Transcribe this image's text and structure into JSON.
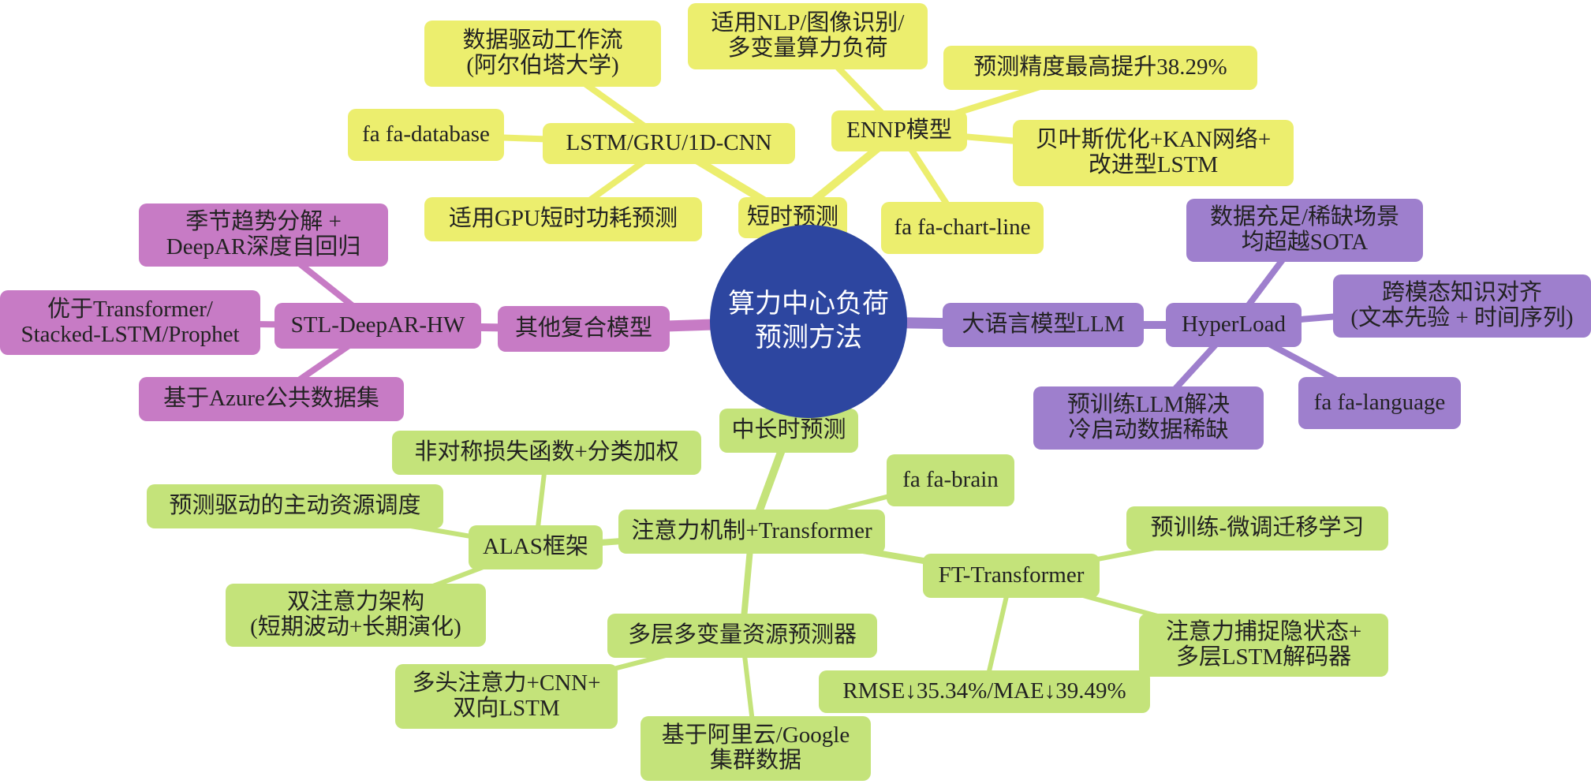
{
  "colors": {
    "short_branch": "#ecee6e",
    "long_branch": "#c4e37a",
    "llm_branch": "#9e7fcd",
    "other_branch": "#c77bc5",
    "center": "#2d46a0"
  },
  "center": {
    "label": "算力中心负荷\n预测方法"
  },
  "short_term": {
    "label": "短时预测",
    "lstm": {
      "label": "LSTM/GRU/1D-CNN",
      "workflow": "数据驱动工作流\n(阿尔伯塔大学)",
      "icon": "fa fa-database",
      "gpu": "适用GPU短时功耗预测"
    },
    "ennp": {
      "label": "ENNP模型",
      "scope": "适用NLP/图像识别/\n多变量算力负荷",
      "accuracy": "预测精度最高提升38.29%",
      "method": "贝叶斯优化+KAN网络+\n改进型LSTM"
    },
    "icon": "fa fa-chart-line"
  },
  "llm": {
    "label": "大语言模型LLM",
    "hyperload": {
      "label": "HyperLoad",
      "sota": "数据充足/稀缺场景\n均超越SOTA",
      "align": "跨模态知识对齐\n(文本先验 + 时间序列)",
      "icon": "fa fa-language",
      "pretrain": "预训练LLM解决\n冷启动数据稀缺"
    }
  },
  "other": {
    "label": "其他复合模型",
    "stl": {
      "label": "STL-DeepAR-HW",
      "decomp": "季节趋势分解 +\nDeepAR深度自回归",
      "better": "优于Transformer/\nStacked-LSTM/Prophet",
      "azure": "基于Azure公共数据集"
    }
  },
  "long_term": {
    "label": "中长时预测",
    "attention": {
      "label": "注意力机制+Transformer",
      "icon": "fa fa-brain",
      "alas": {
        "label": "ALAS框架",
        "loss": "非对称损失函数+分类加权",
        "schedule": "预测驱动的主动资源调度",
        "dual": "双注意力架构\n(短期波动+长期演化)"
      },
      "ft": {
        "label": "FT-Transformer",
        "transfer": "预训练-微调迁移学习",
        "hidden": "注意力捕捉隐状态+\n多层LSTM解码器",
        "metrics": "RMSE↓35.34%/MAE↓39.49%"
      },
      "multi": {
        "label": "多层多变量资源预测器",
        "cnn": "多头注意力+CNN+\n双向LSTM",
        "cluster": "基于阿里云/Google\n集群数据"
      }
    }
  }
}
